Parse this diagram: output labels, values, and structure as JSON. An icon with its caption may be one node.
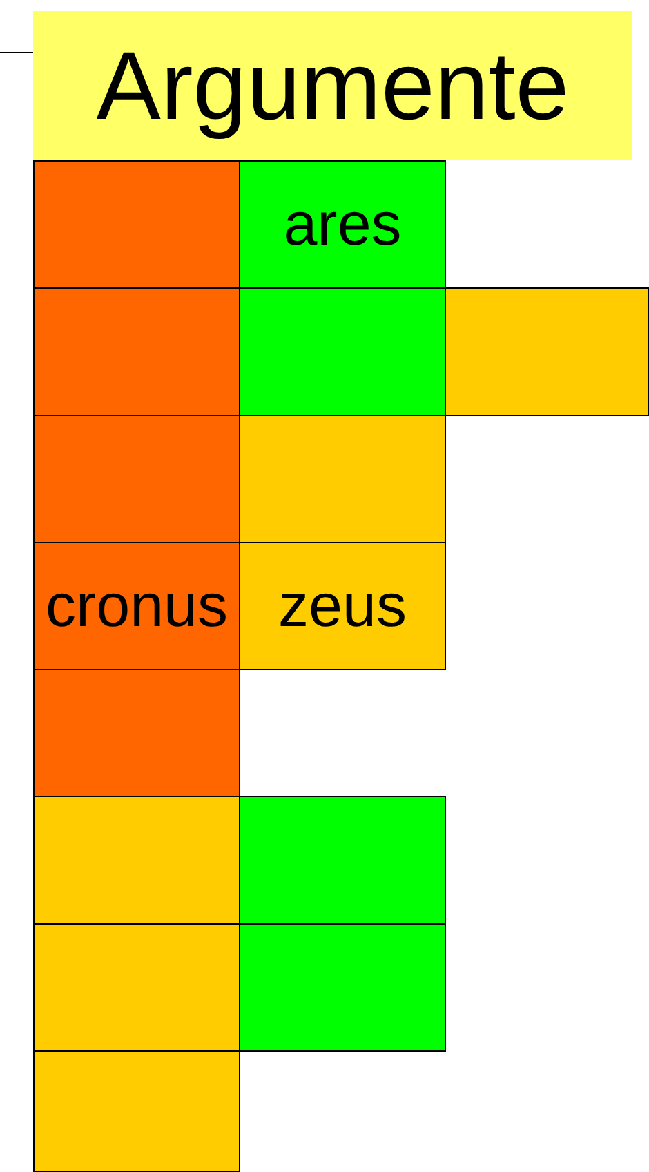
{
  "diagram": {
    "nodes": [
      {
        "text": [
          "Argumente"
        ]
      },
      {
        "text": [],
        "shape": "box"
      },
      {
        "text": [
          "ares"
        ]
      },
      {
        "text": [],
        "shape": "box"
      },
      {
        "text": [],
        "shape": "box"
      },
      {
        "text": [],
        "shape": "box"
      },
      {
        "text": [],
        "shape": "box"
      },
      {
        "text": [],
        "shape": "box"
      },
      {
        "text": [
          "cronus"
        ]
      },
      {
        "text": [
          "zeus"
        ]
      },
      {
        "text": [],
        "shape": "box"
      },
      {
        "text": [],
        "shape": "box"
      },
      {
        "text": [],
        "shape": "box"
      },
      {
        "text": [],
        "shape": "box"
      },
      {
        "text": [],
        "shape": "box"
      },
      {
        "text": [],
        "shape": "box"
      }
    ]
  }
}
